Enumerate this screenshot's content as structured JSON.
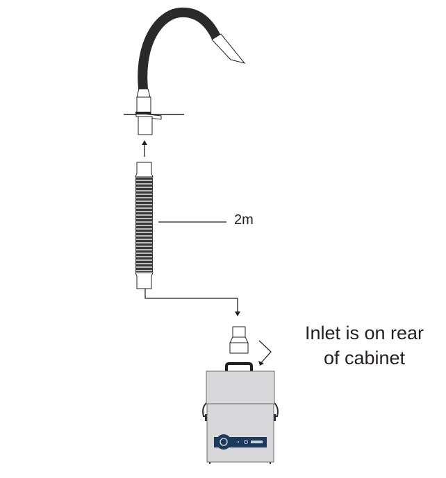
{
  "diagram": {
    "title": "Fume extraction hose installation",
    "components": [
      {
        "id": "flexible-arm",
        "description": "Black flexible arm with angled nozzle tip"
      },
      {
        "id": "bench-mount",
        "description": "Bench/table mounting flange"
      },
      {
        "id": "extension-hose",
        "description": "Corrugated extension hose",
        "length_label": "2m"
      },
      {
        "id": "inlet-adapter",
        "description": "Reducing inlet adapter"
      },
      {
        "id": "cabinet",
        "description": "Extraction unit cabinet with control panel"
      }
    ],
    "labels": {
      "hose_length": "2m",
      "note_line1": "Inlet is on rear",
      "note_line2": "of cabinet"
    },
    "colors": {
      "line": "#231f20",
      "arm": "#2a2a2a",
      "cabinet_body": "#d7d7d9",
      "cabinet_outline": "#6b6b6b",
      "panel": "#1d3a5c",
      "hose_rib_dark": "#3a3a3a",
      "hose_rib_light": "#bdbdbd"
    }
  }
}
